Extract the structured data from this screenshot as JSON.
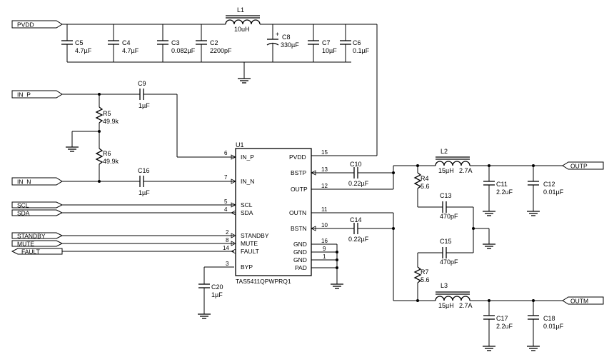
{
  "nets": {
    "pvdd": "PVDD",
    "in_p": "IN_P",
    "in_n": "IN_N",
    "scl": "SCL",
    "sda": "SDA",
    "standby": "STANDBY",
    "mute": "MUTE",
    "fault": "FAULT",
    "outp": "OUTP",
    "outm": "OUTM"
  },
  "chip": {
    "ref": "U1",
    "part": "TAS5411QPWPRQ1",
    "pins": {
      "in_p": {
        "name": "IN_P",
        "num": "6"
      },
      "in_n": {
        "name": "IN_N",
        "num": "7"
      },
      "scl": {
        "name": "SCL",
        "num": "5"
      },
      "sda": {
        "name": "SDA",
        "num": "4"
      },
      "standby": {
        "name": "STANDBY",
        "num": "2"
      },
      "mute": {
        "name": "MUTE",
        "num": "8"
      },
      "fault": {
        "name": "FAULT",
        "num": "14"
      },
      "byp": {
        "name": "BYP",
        "num": "3"
      },
      "pvdd": {
        "name": "PVDD",
        "num": "15"
      },
      "bstp": {
        "name": "BSTP",
        "num": "13"
      },
      "outp": {
        "name": "OUTP",
        "num": "12"
      },
      "outn": {
        "name": "OUTN",
        "num": "11"
      },
      "bstn": {
        "name": "BSTN",
        "num": "10"
      },
      "gnd1": {
        "name": "GND",
        "num": "16"
      },
      "gnd2": {
        "name": "GND",
        "num": "9"
      },
      "gnd3": {
        "name": "GND",
        "num": "1"
      },
      "pad": {
        "name": "PAD",
        "num": ""
      }
    }
  },
  "components": {
    "c5": {
      "ref": "C5",
      "value": "4.7µF"
    },
    "c4": {
      "ref": "C4",
      "value": "4.7µF"
    },
    "c3": {
      "ref": "C3",
      "value": "0.082µF"
    },
    "c2": {
      "ref": "C2",
      "value": "2200pF"
    },
    "l1": {
      "ref": "L1",
      "value": "10uH"
    },
    "c8": {
      "ref": "C8",
      "value": "330µF",
      "polarity": "+"
    },
    "c7": {
      "ref": "C7",
      "value": "10µF"
    },
    "c6": {
      "ref": "C6",
      "value": "0.1µF"
    },
    "c9": {
      "ref": "C9",
      "value": "1µF"
    },
    "r5": {
      "ref": "R5",
      "value": "49.9k"
    },
    "r6": {
      "ref": "R6",
      "value": "49.9k"
    },
    "c16": {
      "ref": "C16",
      "value": "1µF"
    },
    "c20": {
      "ref": "C20",
      "value": "1µF"
    },
    "c10": {
      "ref": "C10",
      "value": "0.22µF"
    },
    "c14": {
      "ref": "C14",
      "value": "0.22µF"
    },
    "l2": {
      "ref": "L2",
      "value": "15µH",
      "current": "2.7A"
    },
    "l3": {
      "ref": "L3",
      "value": "15µH",
      "current": "2.7A"
    },
    "r4": {
      "ref": "R4",
      "value": "5.6"
    },
    "r7": {
      "ref": "R7",
      "value": "5.6"
    },
    "c13": {
      "ref": "C13",
      "value": "470pF"
    },
    "c15": {
      "ref": "C15",
      "value": "470pF"
    },
    "c11": {
      "ref": "C11",
      "value": "2.2uF"
    },
    "c12": {
      "ref": "C12",
      "value": "0.01µF"
    },
    "c17": {
      "ref": "C17",
      "value": "2.2uF"
    },
    "c18": {
      "ref": "C18",
      "value": "0.01µF"
    }
  }
}
